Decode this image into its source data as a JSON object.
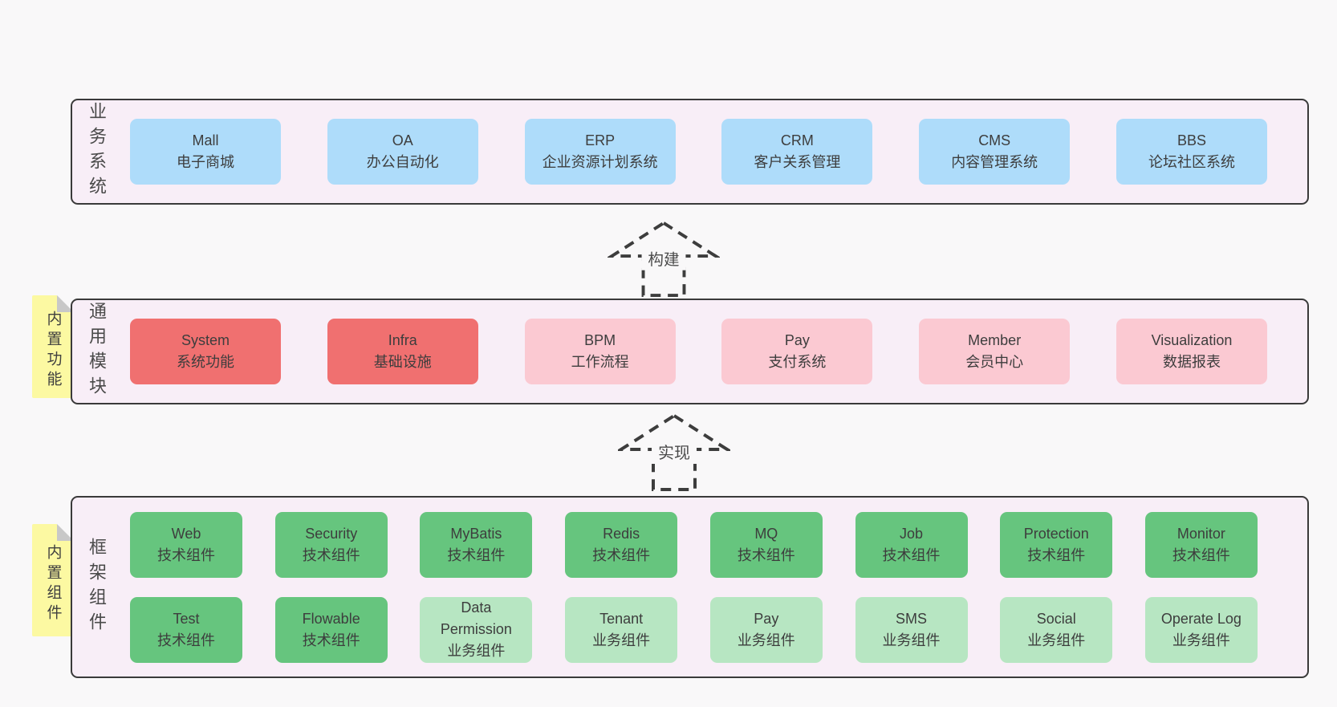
{
  "colors": {
    "page_bg": "#f9f8f9",
    "band_bg": "#f8eef7",
    "band_border": "#3a3a3a",
    "text": "#3d3d3d",
    "blue": "#aedcfa",
    "red": "#f07070",
    "pink": "#fbc9d2",
    "green": "#66c57e",
    "green_light": "#b7e6c2",
    "note_bg": "#fcf9a2",
    "note_fold": "#c8c8c8"
  },
  "bands": [
    {
      "label": "业务系统",
      "rows": [
        [
          {
            "en": "Mall",
            "zh": "电子商城",
            "type": "blue"
          },
          {
            "en": "OA",
            "zh": "办公自动化",
            "type": "blue"
          },
          {
            "en": "ERP",
            "zh": "企业资源计划系统",
            "type": "blue"
          },
          {
            "en": "CRM",
            "zh": "客户关系管理",
            "type": "blue"
          },
          {
            "en": "CMS",
            "zh": "内容管理系统",
            "type": "blue"
          },
          {
            "en": "BBS",
            "zh": "论坛社区系统",
            "type": "blue"
          }
        ]
      ]
    },
    {
      "label": "通用模块",
      "note": "内置功能",
      "rows": [
        [
          {
            "en": "System",
            "zh": "系统功能",
            "type": "red"
          },
          {
            "en": "Infra",
            "zh": "基础设施",
            "type": "red"
          },
          {
            "en": "BPM",
            "zh": "工作流程",
            "type": "pink"
          },
          {
            "en": "Pay",
            "zh": "支付系统",
            "type": "pink"
          },
          {
            "en": "Member",
            "zh": "会员中心",
            "type": "pink"
          },
          {
            "en": "Visualization",
            "zh": "数据报表",
            "type": "pink"
          }
        ]
      ]
    },
    {
      "label": "框架组件",
      "note": "内置组件",
      "rows": [
        [
          {
            "en": "Web",
            "zh": "技术组件",
            "type": "green"
          },
          {
            "en": "Security",
            "zh": "技术组件",
            "type": "green"
          },
          {
            "en": "MyBatis",
            "zh": "技术组件",
            "type": "green"
          },
          {
            "en": "Redis",
            "zh": "技术组件",
            "type": "green"
          },
          {
            "en": "MQ",
            "zh": "技术组件",
            "type": "green"
          },
          {
            "en": "Job",
            "zh": "技术组件",
            "type": "green"
          },
          {
            "en": "Protection",
            "zh": "技术组件",
            "type": "green"
          },
          {
            "en": "Monitor",
            "zh": "技术组件",
            "type": "green"
          }
        ],
        [
          {
            "en": "Test",
            "zh": "技术组件",
            "type": "green"
          },
          {
            "en": "Flowable",
            "zh": "技术组件",
            "type": "green"
          },
          {
            "en": "Data Permission",
            "zh": "业务组件",
            "type": "green_light"
          },
          {
            "en": "Tenant",
            "zh": "业务组件",
            "type": "green_light"
          },
          {
            "en": "Pay",
            "zh": "业务组件",
            "type": "green_light"
          },
          {
            "en": "SMS",
            "zh": "业务组件",
            "type": "green_light"
          },
          {
            "en": "Social",
            "zh": "业务组件",
            "type": "green_light"
          },
          {
            "en": "Operate Log",
            "zh": "业务组件",
            "type": "green_light"
          }
        ]
      ]
    }
  ],
  "arrows": [
    {
      "label": "构建"
    },
    {
      "label": "实现"
    }
  ]
}
